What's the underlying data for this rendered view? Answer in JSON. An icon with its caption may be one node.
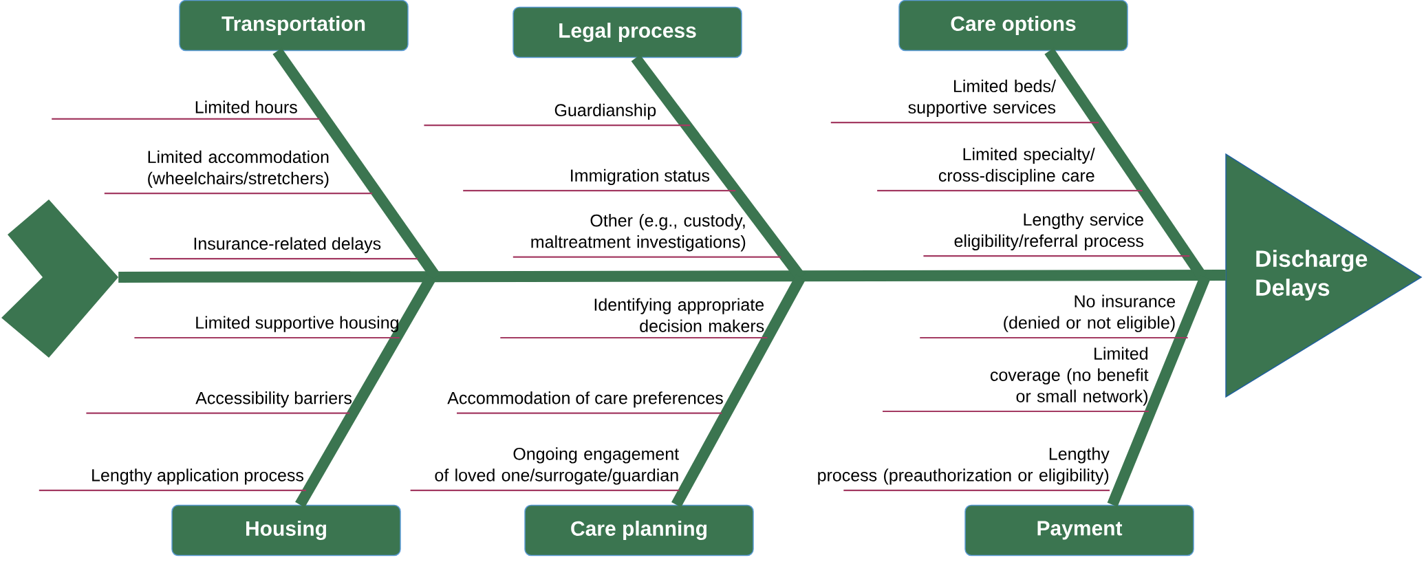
{
  "diagram": {
    "nodes": [
      {
        "text": [],
        "shape": "chevron"
      },
      {
        "text": [
          "Transportation"
        ]
      },
      {
        "text": [
          "Legal process"
        ]
      },
      {
        "text": [
          "Care options"
        ]
      },
      {
        "text": [
          "Housing"
        ]
      },
      {
        "text": [
          "Care planning"
        ]
      },
      {
        "text": [
          "Payment"
        ]
      },
      {
        "text": [
          "Discharge Delays"
        ]
      }
    ],
    "edges": [
      {
        "from": 0,
        "to": 7,
        "arrow": "none"
      },
      {
        "from": 1,
        "to": null,
        "arrow": "none"
      },
      {
        "from": 2,
        "to": null,
        "arrow": "none"
      },
      {
        "from": 3,
        "to": null,
        "arrow": "none"
      },
      {
        "from": 4,
        "to": null,
        "arrow": "none"
      },
      {
        "from": 5,
        "to": null,
        "arrow": "none"
      },
      {
        "from": 6,
        "to": null,
        "arrow": "none"
      }
    ],
    "labels": [
      "Limited hours",
      "Limited accommodation (wheelchairs/stretchers)",
      "Insurance-related delays",
      "Guardianship",
      "Immigration status",
      "Other (e.g., custody, maltreatment investigations)",
      "Limited beds/ supportive services",
      "Limited specialty/ cross-discipline care",
      "Lengthy service eligibility/referral process",
      "Limited supportive housing",
      "Accessibility barriers",
      "Lengthy application process",
      "Identifying appropriate decision makers",
      "Accommodation of care preferences",
      "Ongoing engagement of loved one/surrogate/guardian",
      "No insurance (denied or not eligible)",
      "Limited coverage (no benefit or small network)",
      "Lengthy process (preauthorization or eligibility)"
    ]
  }
}
